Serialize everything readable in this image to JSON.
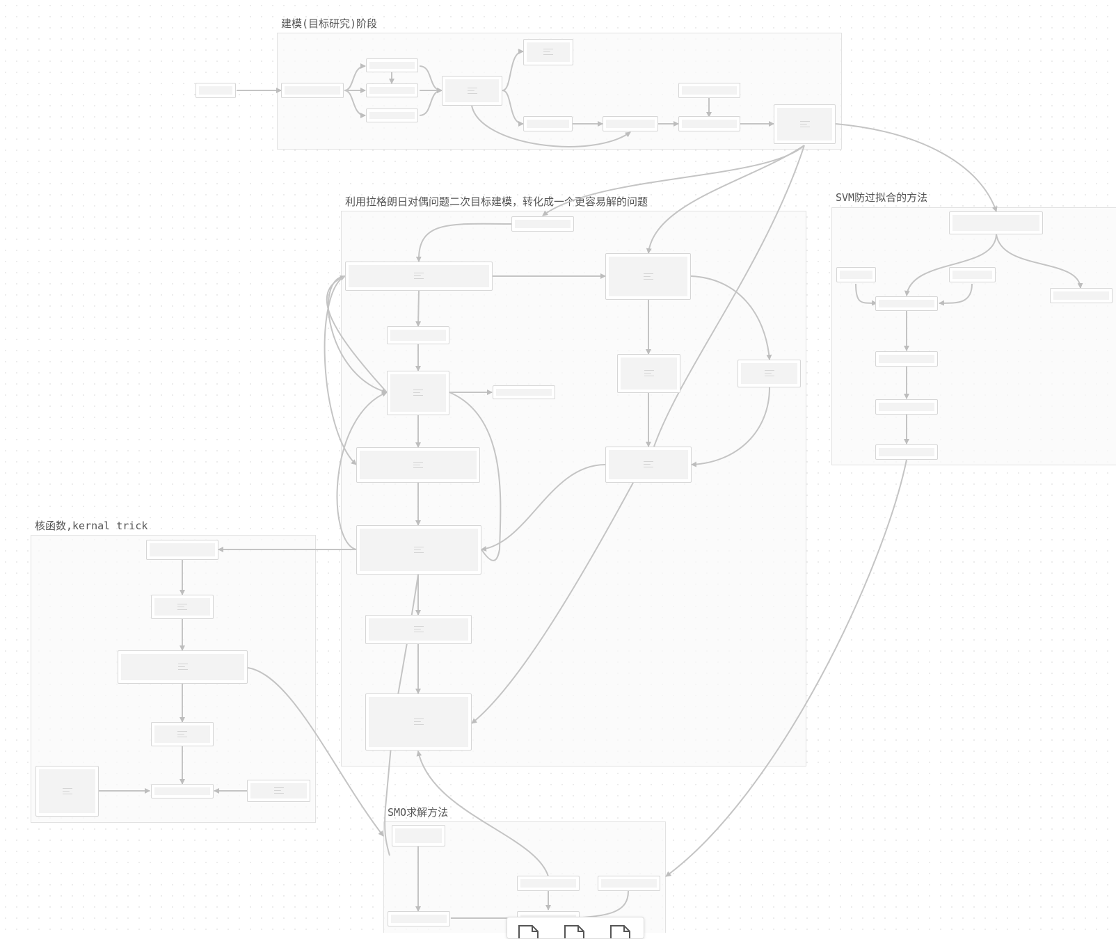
{
  "groups": [
    {
      "id": "modeling",
      "title": "建模(目标研究)阶段"
    },
    {
      "id": "lagrange",
      "title": "利用拉格朗日对偶问题二次目标建模，转化成一个更容易解的问题"
    },
    {
      "id": "overfit",
      "title": "SVM防过拟合的方法"
    },
    {
      "id": "kernel",
      "title": "核函数,kernal trick"
    },
    {
      "id": "smo",
      "title": "SMO求解方法"
    }
  ],
  "toolbar": {
    "icons": [
      "file-icon",
      "file-icon",
      "file-icon"
    ]
  }
}
